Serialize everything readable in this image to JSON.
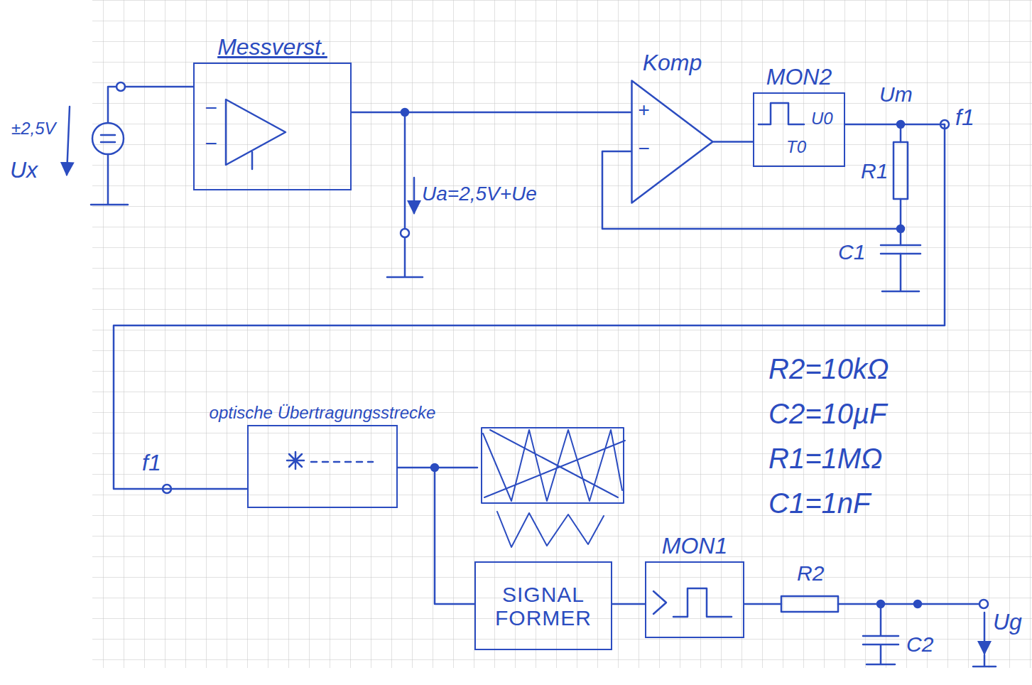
{
  "diagram": {
    "nodes": [
      {
        "text": [
          "Messverst.",
          "−",
          "−"
        ]
      },
      {
        "text": [
          "Komp",
          "+",
          "−"
        ]
      },
      {
        "text": [
          "MON2",
          "U0",
          "T0"
        ]
      },
      {
        "text": [
          "optische Übertragungsstrecke"
        ]
      },
      {
        "text": [
          "SIGNAL FORMER"
        ]
      },
      {
        "text": [
          "MON1"
        ]
      }
    ],
    "edges": [
      {
        "from": 0,
        "to": 1,
        "arrow": "none"
      },
      {
        "from": 1,
        "to": 2,
        "arrow": "none"
      },
      {
        "from": 2,
        "to": 3,
        "arrow": "none"
      },
      {
        "from": 3,
        "to": 4,
        "arrow": "none"
      },
      {
        "from": 4,
        "to": 5,
        "arrow": "none"
      }
    ],
    "labels": [
      "±2,5V",
      "Ux",
      "Ua=2,5V+Ue",
      "Um",
      "R1",
      "C1",
      "f1",
      "f1",
      "R2",
      "C2",
      "Ug",
      "R2=10kΩ",
      "C2=10µF",
      "R1=1MΩ",
      "C1=1nF"
    ]
  }
}
